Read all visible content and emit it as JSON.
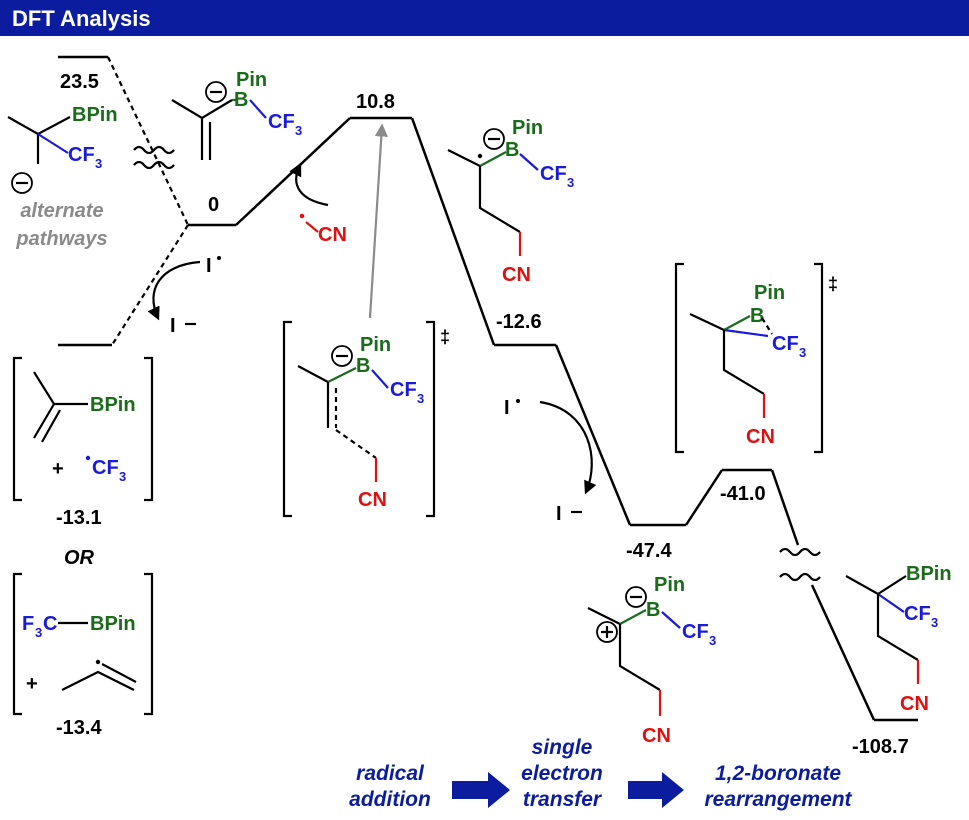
{
  "header": {
    "title": "DFT Analysis"
  },
  "energies": {
    "high": "23.5",
    "start": "0",
    "ts1": "10.8",
    "int1": "-12.6",
    "int2": "-47.4",
    "ts2": "-41.0",
    "product": "-108.7",
    "alt1": "-13.1",
    "alt2": "-13.4"
  },
  "labels": {
    "alternate": "alternate",
    "pathways": "pathways",
    "or": "OR",
    "iodine_radical": "I",
    "iodide": "I",
    "cn": "CN",
    "pin": "Pin",
    "b": "B",
    "bpin": "BPin",
    "cf": "CF",
    "three": "3",
    "f3c": "F",
    "c_bond": "C",
    "plus": "+",
    "dagger": "‡"
  },
  "steps": [
    {
      "line1": "radical",
      "line2": "addition"
    },
    {
      "line0": "single",
      "line1": "electron",
      "line2": "transfer"
    },
    {
      "line1": "1,2-boronate",
      "line2": "rearrangement"
    }
  ],
  "colors": {
    "header_bg": "#0b1d9e",
    "boron": "#1a6b1a",
    "cf3": "#1a1adb",
    "cn": "#e01010",
    "step_text": "#0b1d9e"
  }
}
